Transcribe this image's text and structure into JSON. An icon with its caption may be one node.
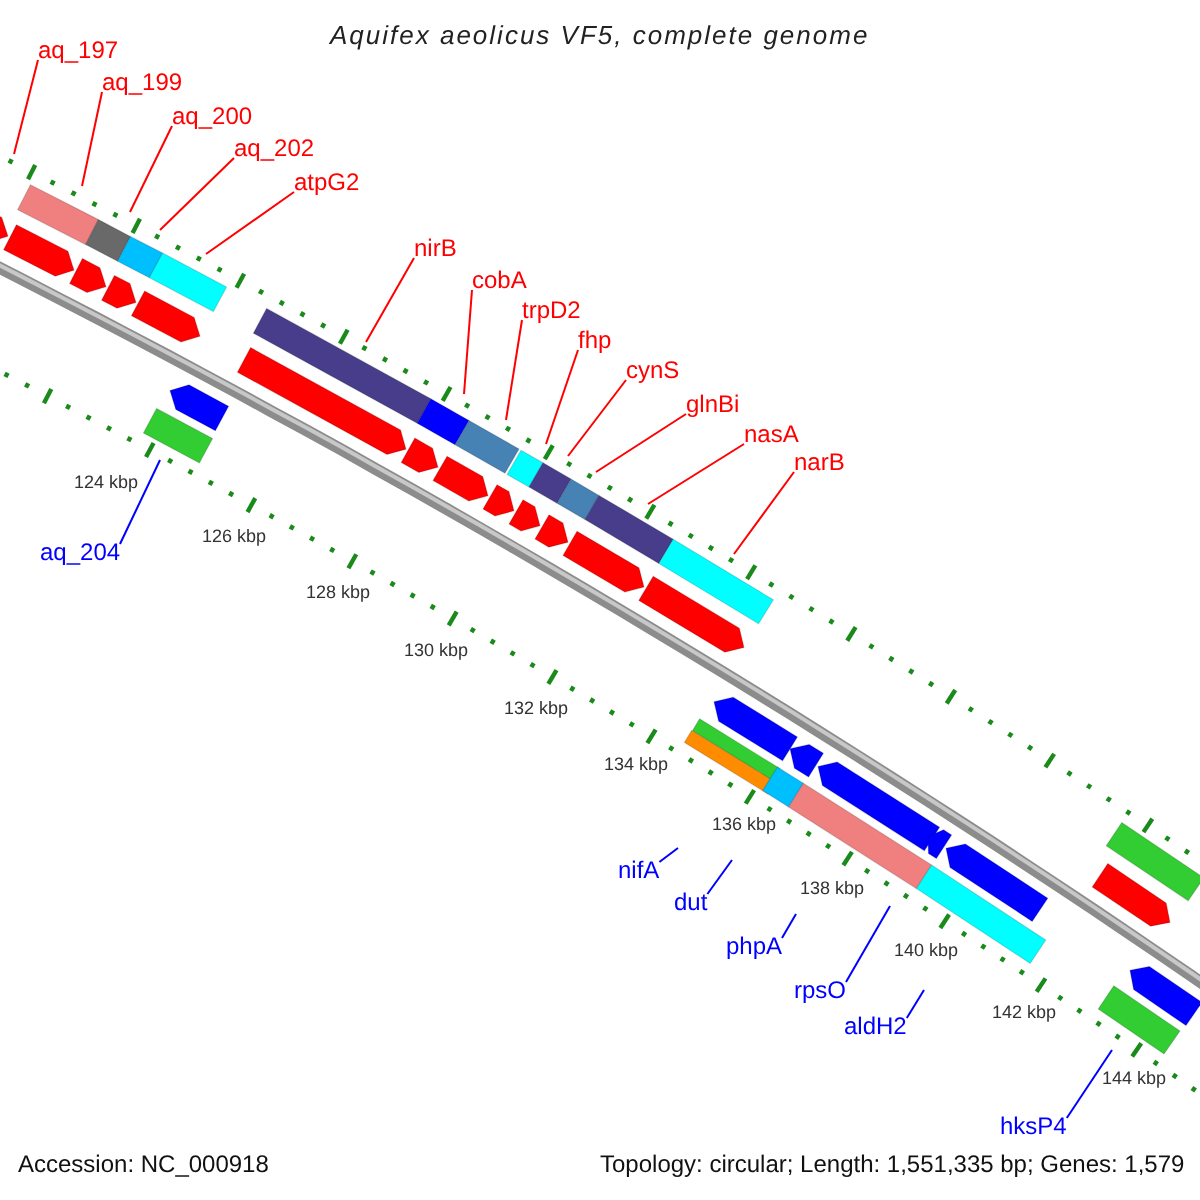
{
  "diagram": {
    "title": "Aquifex aeolicus VF5, complete genome",
    "nodes": [
      {
        "text": [
          "aq_197"
        ]
      },
      {
        "text": [
          "aq_199"
        ]
      },
      {
        "text": [
          "aq_200"
        ]
      },
      {
        "text": [
          "aq_202"
        ]
      },
      {
        "text": [
          "atpG2"
        ]
      },
      {
        "text": [
          "nirB"
        ]
      },
      {
        "text": [
          "cobA"
        ]
      },
      {
        "text": [
          "trpD2"
        ]
      },
      {
        "text": [
          "fhp"
        ]
      },
      {
        "text": [
          "cynS"
        ]
      },
      {
        "text": [
          "glnBi"
        ]
      },
      {
        "text": [
          "nasA"
        ]
      },
      {
        "text": [
          "narB"
        ]
      },
      {
        "text": [
          "aq_204"
        ]
      },
      {
        "text": [
          "nifA"
        ]
      },
      {
        "text": [
          "dut"
        ]
      },
      {
        "text": [
          "phpA"
        ]
      },
      {
        "text": [
          "rpsO"
        ]
      },
      {
        "text": [
          "aldH2"
        ]
      },
      {
        "text": [
          "hksP4"
        ]
      }
    ],
    "edges": [
      {
        "from": 0,
        "to": null,
        "arrow": "none"
      },
      {
        "from": 1,
        "to": null,
        "arrow": "none"
      },
      {
        "from": 2,
        "to": null,
        "arrow": "none"
      },
      {
        "from": 3,
        "to": null,
        "arrow": "none"
      },
      {
        "from": 4,
        "to": null,
        "arrow": "none"
      },
      {
        "from": 5,
        "to": null,
        "arrow": "none"
      },
      {
        "from": 6,
        "to": null,
        "arrow": "none"
      },
      {
        "from": 7,
        "to": null,
        "arrow": "none"
      },
      {
        "from": 8,
        "to": null,
        "arrow": "none"
      },
      {
        "from": 9,
        "to": null,
        "arrow": "none"
      },
      {
        "from": 10,
        "to": null,
        "arrow": "none"
      },
      {
        "from": 11,
        "to": null,
        "arrow": "none"
      },
      {
        "from": 12,
        "to": null,
        "arrow": "none"
      },
      {
        "from": 13,
        "to": null,
        "arrow": "none",
        "color": "#0000ff"
      },
      {
        "from": 14,
        "to": null,
        "arrow": "none",
        "color": "#0000ff"
      },
      {
        "from": 15,
        "to": null,
        "arrow": "none",
        "color": "#0000ff"
      },
      {
        "from": 16,
        "to": null,
        "arrow": "none",
        "color": "#0000ff"
      },
      {
        "from": 17,
        "to": null,
        "arrow": "none",
        "color": "#0000ff"
      },
      {
        "from": 18,
        "to": null,
        "arrow": "none",
        "color": "#0000ff"
      },
      {
        "from": 19,
        "to": null,
        "arrow": "none",
        "color": "#0000ff"
      }
    ],
    "labels": [
      "124 kbp",
      "126 kbp",
      "128 kbp",
      "130 kbp",
      "132 kbp",
      "134 kbp",
      "136 kbp",
      "138 kbp",
      "140 kbp",
      "142 kbp",
      "144 kbp",
      "Accession: NC_000918",
      "Topology: circular; Length: 1,551,335 bp; Genes: 1,579"
    ]
  }
}
